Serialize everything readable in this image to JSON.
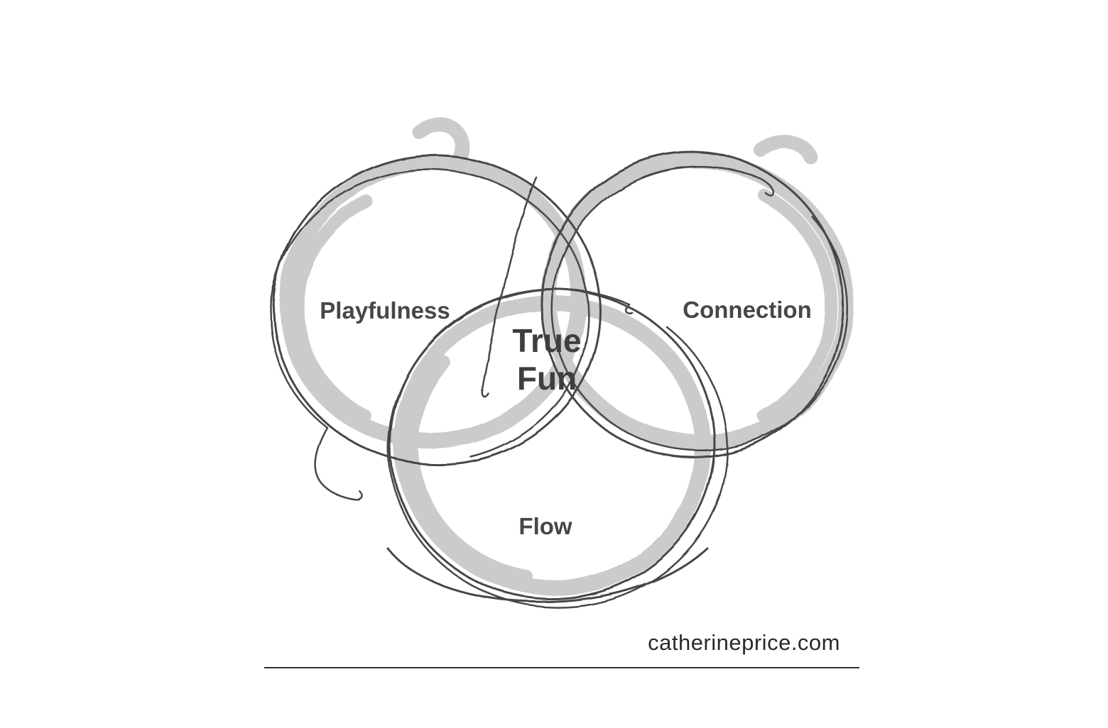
{
  "page": {
    "background_color": "#ffffff"
  },
  "diagram": {
    "type": "venn-3-circles-hand-drawn",
    "circles": [
      {
        "id": "playfulness",
        "label": "Playfulness"
      },
      {
        "id": "connection",
        "label": "Connection"
      },
      {
        "id": "flow",
        "label": "Flow"
      }
    ],
    "intersection": {
      "label": "True Fun",
      "line1": "True",
      "line2": "Fun"
    },
    "colors": {
      "marker_gray": "#cbcbcb",
      "ink_dark": "#474747",
      "label_text": "#474747",
      "intersection_text": "#3e3e3e"
    }
  },
  "footer": {
    "attribution": "catherineprice.com",
    "divider_color": "#333333"
  }
}
